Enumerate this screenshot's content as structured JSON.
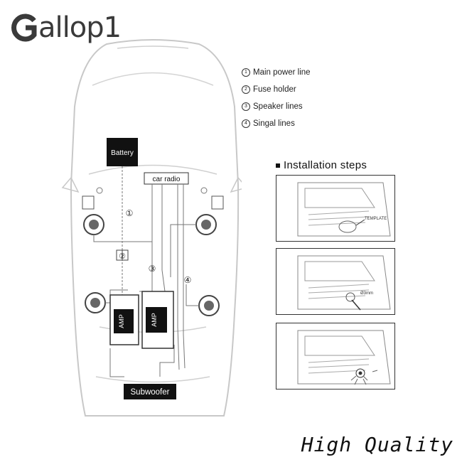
{
  "brand": {
    "name": "allop1",
    "logo_letter": "G"
  },
  "legend": [
    {
      "num": "1",
      "label": "Main power line"
    },
    {
      "num": "2",
      "label": "Fuse holder"
    },
    {
      "num": "3",
      "label": "Speaker lines"
    },
    {
      "num": "4",
      "label": "Singal lines"
    }
  ],
  "diagram": {
    "battery": "Battery",
    "car_radio": "car radio",
    "amp_left": "AMP",
    "amp_right": "AMP",
    "subwoofer": "Subwoofer",
    "markers": [
      "①",
      "②",
      "③",
      "④"
    ]
  },
  "installation": {
    "title": "Installation steps",
    "step1_label": "TEMPLATE",
    "step2_label": "Ø3mm"
  },
  "footer": {
    "tagline": "High Quality"
  }
}
